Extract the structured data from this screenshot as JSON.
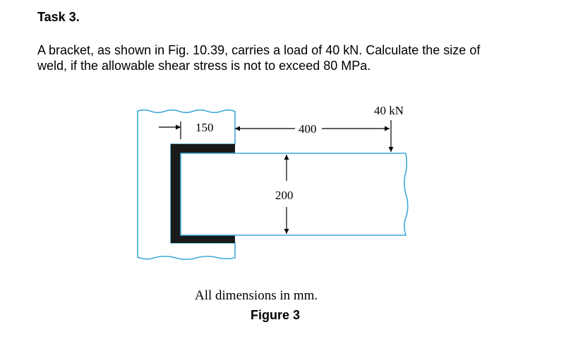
{
  "task": {
    "title": "Task 3.",
    "problem_lines": [
      "A bracket, as shown in Fig. 10.39, carries a load of 40 kN. Calculate the size of",
      "weld, if the allowable shear stress is not to exceed 80 MPa."
    ]
  },
  "figure": {
    "load_label": "40 kN",
    "dim_weld_length": "150",
    "dim_load_offset": "400",
    "dim_height": "200",
    "note": "All dimensions in mm.",
    "caption": "Figure 3"
  },
  "colors": {
    "outline": "#3fa9d9",
    "weld": "#1a1a1a",
    "text": "#000000"
  }
}
